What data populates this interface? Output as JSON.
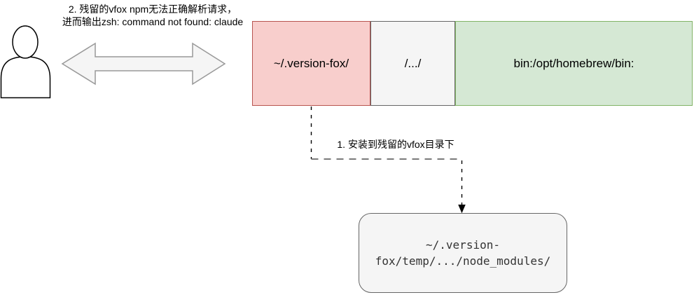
{
  "diagram": {
    "top_note": {
      "line1": "2. 残留的vfox npm无法正确解析请求，",
      "line2": "进而输出zsh: command not found: claude"
    },
    "actor": {
      "icon": "person-icon"
    },
    "exchange_arrow": {
      "icon": "double-headed-arrow-icon",
      "fill": "#f5f5f5",
      "stroke": "#999999"
    },
    "path_segments": [
      {
        "label": "~/.version-fox/",
        "fill": "#f8cecc",
        "stroke": "#b85450"
      },
      {
        "label": "/.../",
        "fill": "#f5f5f5",
        "stroke": "#666666"
      },
      {
        "label": "bin:/opt/homebrew/bin:",
        "fill": "#d5e8d4",
        "stroke": "#82b366"
      }
    ],
    "install_note": "1. 安装到残留的vfox目录下",
    "connector": {
      "style": "dashed",
      "icon": "arrow-down-icon"
    },
    "node_modules_box": {
      "line1": "~/.version-",
      "line2": "fox/temp/.../node_modules/",
      "fill": "#f5f5f5",
      "stroke": "#666666"
    }
  }
}
